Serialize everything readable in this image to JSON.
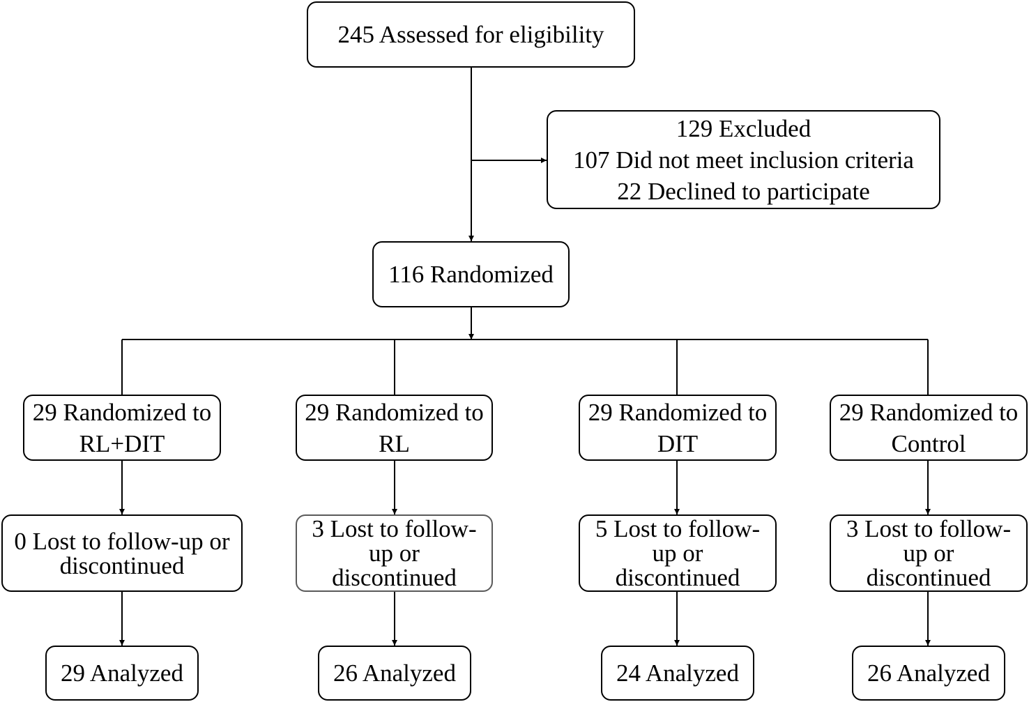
{
  "assessed": {
    "text": "245 Assessed for eligibility"
  },
  "excluded": {
    "lines": [
      "129 Excluded",
      "107 Did not meet inclusion criteria",
      "22 Declined to participate"
    ]
  },
  "randomized": {
    "text": "116 Randomized"
  },
  "arms": [
    {
      "alloc": [
        "29 Randomized to",
        "RL+DIT"
      ],
      "lost": [
        "0 Lost to follow-up or",
        "discontinued"
      ],
      "analyzed": "29 Analyzed"
    },
    {
      "alloc": [
        "29 Randomized to",
        "RL"
      ],
      "lost": [
        "3 Lost to follow-",
        "up or",
        "discontinued"
      ],
      "analyzed": "26 Analyzed"
    },
    {
      "alloc": [
        "29 Randomized to",
        "DIT"
      ],
      "lost": [
        "5 Lost to follow-",
        "up or",
        "discontinued"
      ],
      "analyzed": "24 Analyzed"
    },
    {
      "alloc": [
        "29 Randomized to",
        "Control"
      ],
      "lost": [
        "3 Lost to follow-",
        "up or",
        "discontinued"
      ],
      "analyzed": "26 Analyzed"
    }
  ]
}
